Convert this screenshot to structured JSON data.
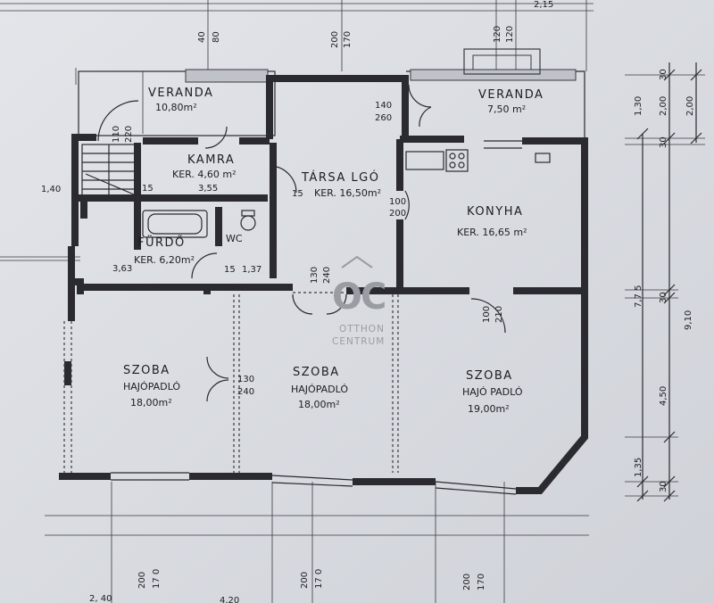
{
  "rooms": {
    "veranda_left": {
      "name": "VERANDA",
      "area": "10,80m²"
    },
    "veranda_right": {
      "name": "VERANDA",
      "area": "7,50 m²"
    },
    "kamra": {
      "name": "KAMRA",
      "floor": "KER. 4,60 m²",
      "width": "3,55"
    },
    "tarsalgo": {
      "name": "TÁRSA LGÓ",
      "floor": "KER. 16,50m²"
    },
    "konyha": {
      "name": "KONYHA",
      "floor": "KER. 16,65 m²"
    },
    "furdo": {
      "name": "FÜRDŐ",
      "floor": "KER. 6,20m²",
      "width": "3,63"
    },
    "wc": {
      "name": "WC"
    },
    "szoba_left": {
      "name": "SZOBA",
      "floor": "HAJÓPADLÓ",
      "area": "18,00m²"
    },
    "szoba_mid": {
      "name": "SZOBA",
      "floor": "HAJÓPADLÓ",
      "area": "18,00m²"
    },
    "szoba_right": {
      "name": "SZOBA",
      "floor": "HAJÓ PADLÓ",
      "area": "19,00m²"
    }
  },
  "openings": {
    "top_40": "40",
    "top_80": "80",
    "top_200": "200",
    "top_170": "170",
    "top_120a": "120",
    "top_120b": "120",
    "door_140": "140",
    "door_260": "260",
    "door_110": "110",
    "door_220": "220",
    "door_100a": "100",
    "door_200": "200",
    "door_130a": "130",
    "door_240a": "240",
    "door_100b": "100",
    "door_210": "210",
    "door_130b": "130",
    "door_240b": "240",
    "wall_15a": "15",
    "wall_15b": "15",
    "wall_15c": "15",
    "wall_137": "1,37",
    "wall_140": "1,40",
    "bottom_200a": "200",
    "bottom_170a": "17 0",
    "bottom_200b": "200",
    "bottom_170b": "17 0",
    "bottom_200c": "200",
    "bottom_170c": "170",
    "bottom_240": "2, 40",
    "bottom_420": "4,20",
    "top_215": "2,15"
  },
  "side_dims": {
    "d30a": "30",
    "d130": "1,30",
    "d200a": "2,00",
    "d200b": "2,00",
    "d30b": "30",
    "d775": "7,7 5",
    "d30c": "30",
    "d910": "9,10",
    "d450": "4,50",
    "d135": "1,35",
    "d30d": "30"
  },
  "watermark": {
    "logo": "OC",
    "line1": "OTTHON",
    "line2": "CENTRUM"
  }
}
